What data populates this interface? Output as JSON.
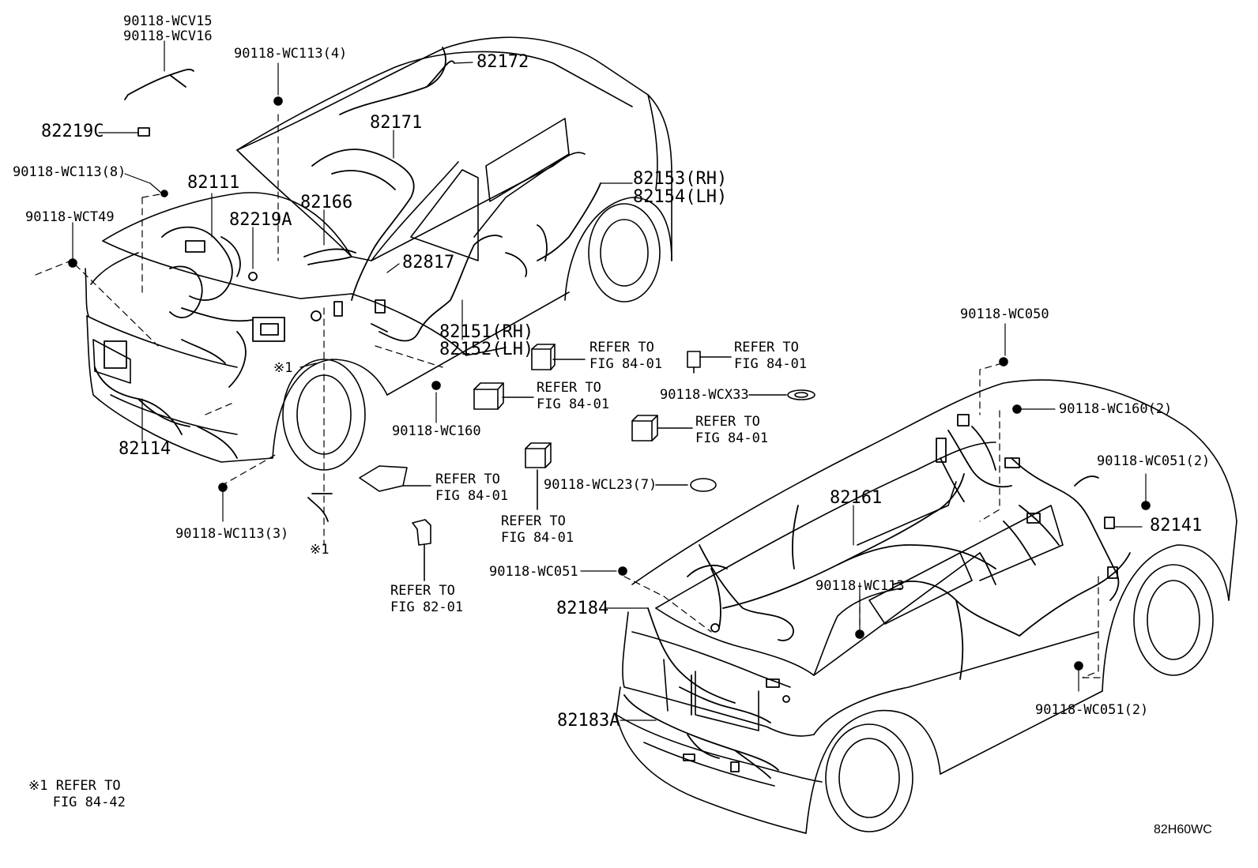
{
  "diagram": {
    "code": "82H60WC",
    "labels": {
      "wcv": "90118-WCV15\n90118-WCV16",
      "wc113_4": "90118-WC113(4)",
      "p82172": "82172",
      "p82219c": "82219C",
      "p82171": "82171",
      "wc113_8": "90118-WC113(8)",
      "p82111": "82111",
      "p82166": "82166",
      "p82153": "82153(RH)\n82154(LH)",
      "wct49": "90118-WCT49",
      "p82219a": "82219A",
      "p82817": "82817",
      "p82151": "82151(RH)\n82152(LH)",
      "ref1": "※1",
      "p82114": "82114",
      "wc160": "90118-WC160",
      "wc113_3": "90118-WC113(3)",
      "ref2": "※1",
      "r_fig1": "REFER TO\nFIG 84-01",
      "r_fig2": "REFER TO\nFIG 84-01",
      "r_fig3": "REFER TO\nFIG 84-01",
      "r_fig4": "REFER TO\nFIG 84-01",
      "r_fig5": "REFER TO\nFIG 84-01",
      "r_fig6": "REFER TO\nFIG 84-01",
      "r_fig7": "REFER TO\nFIG 82-01",
      "wcx33": "90118-WCX33",
      "wcl23": "90118-WCL23(7)",
      "wc050": "90118-WC050",
      "wc160_2": "90118-WC160(2)",
      "wc051_2a": "90118-WC051(2)",
      "p82141": "82141",
      "p82161": "82161",
      "wc051": "90118-WC051",
      "wc113": "90118-WC113",
      "p82184": "82184",
      "wc051_2b": "90118-WC051(2)",
      "p82183a": "82183A",
      "footnote": "※1 REFER TO\n   FIG 84-42"
    }
  }
}
